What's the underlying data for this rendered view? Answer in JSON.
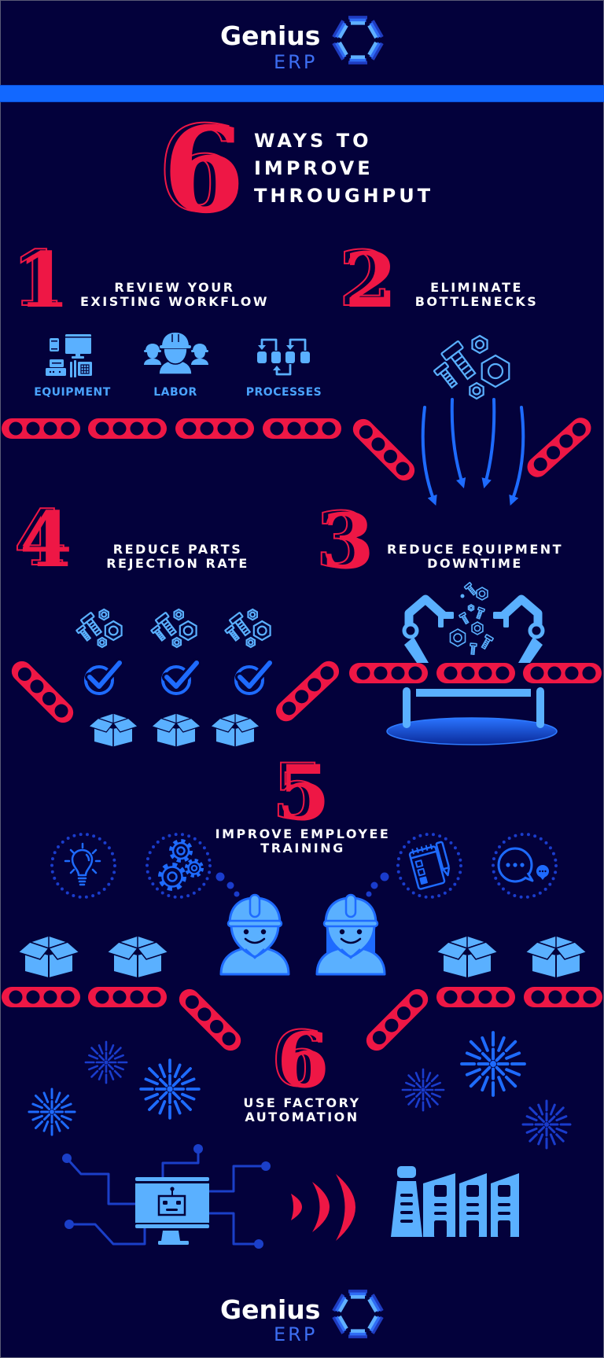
{
  "header": {
    "brand_name": "Genius",
    "brand_suffix": "ERP",
    "logo_icon": "hexagon-ring-logo-icon"
  },
  "headline": {
    "number": "6",
    "lines": [
      "WAYS TO",
      "IMPROVE",
      "THROUGHPUT"
    ]
  },
  "steps": [
    {
      "number": "1",
      "title": [
        "REVIEW YOUR",
        "EXISTING WORKFLOW"
      ],
      "items": [
        {
          "label": "EQUIPMENT",
          "icon": "equipment-icon"
        },
        {
          "label": "LABOR",
          "icon": "labor-icon"
        },
        {
          "label": "PROCESSES",
          "icon": "processes-icon"
        }
      ]
    },
    {
      "number": "2",
      "title": [
        "ELIMINATE",
        "BOTTLENECKS"
      ],
      "icons": [
        "bolts-and-nuts-icon",
        "funnel-arrows-icon"
      ]
    },
    {
      "number": "3",
      "title": [
        "REDUCE EQUIPMENT",
        "DOWNTIME"
      ],
      "icons": [
        "robot-arms-icon",
        "conveyor-stand-icon"
      ]
    },
    {
      "number": "4",
      "title": [
        "REDUCE PARTS",
        "REJECTION RATE"
      ],
      "icons": [
        "bolts-and-nuts-icon",
        "checkmark-icon",
        "box-icon"
      ]
    },
    {
      "number": "5",
      "title": [
        "IMPROVE EMPLOYEE",
        "TRAINING"
      ],
      "icons": [
        "lightbulb-icon",
        "gears-icon",
        "notepad-icon",
        "chat-icon",
        "worker-icon",
        "box-icon"
      ]
    },
    {
      "number": "6",
      "title": [
        "USE FACTORY",
        "AUTOMATION"
      ],
      "icons": [
        "sparkle-icon",
        "robot-computer-icon",
        "wireless-signal-icon",
        "factory-icon"
      ]
    }
  ],
  "footer": {
    "brand_name": "Genius",
    "brand_suffix": "ERP",
    "logo_icon": "hexagon-ring-logo-icon"
  },
  "colors": {
    "background": "#03013b",
    "accent_red": "#ee1745",
    "bar_blue": "#1268ff",
    "light_blue": "#5ab0ff",
    "mid_blue": "#1e6bff",
    "dark_blue": "#1a3ccc",
    "label_blue": "#4aa3ff",
    "text": "#ffffff"
  }
}
